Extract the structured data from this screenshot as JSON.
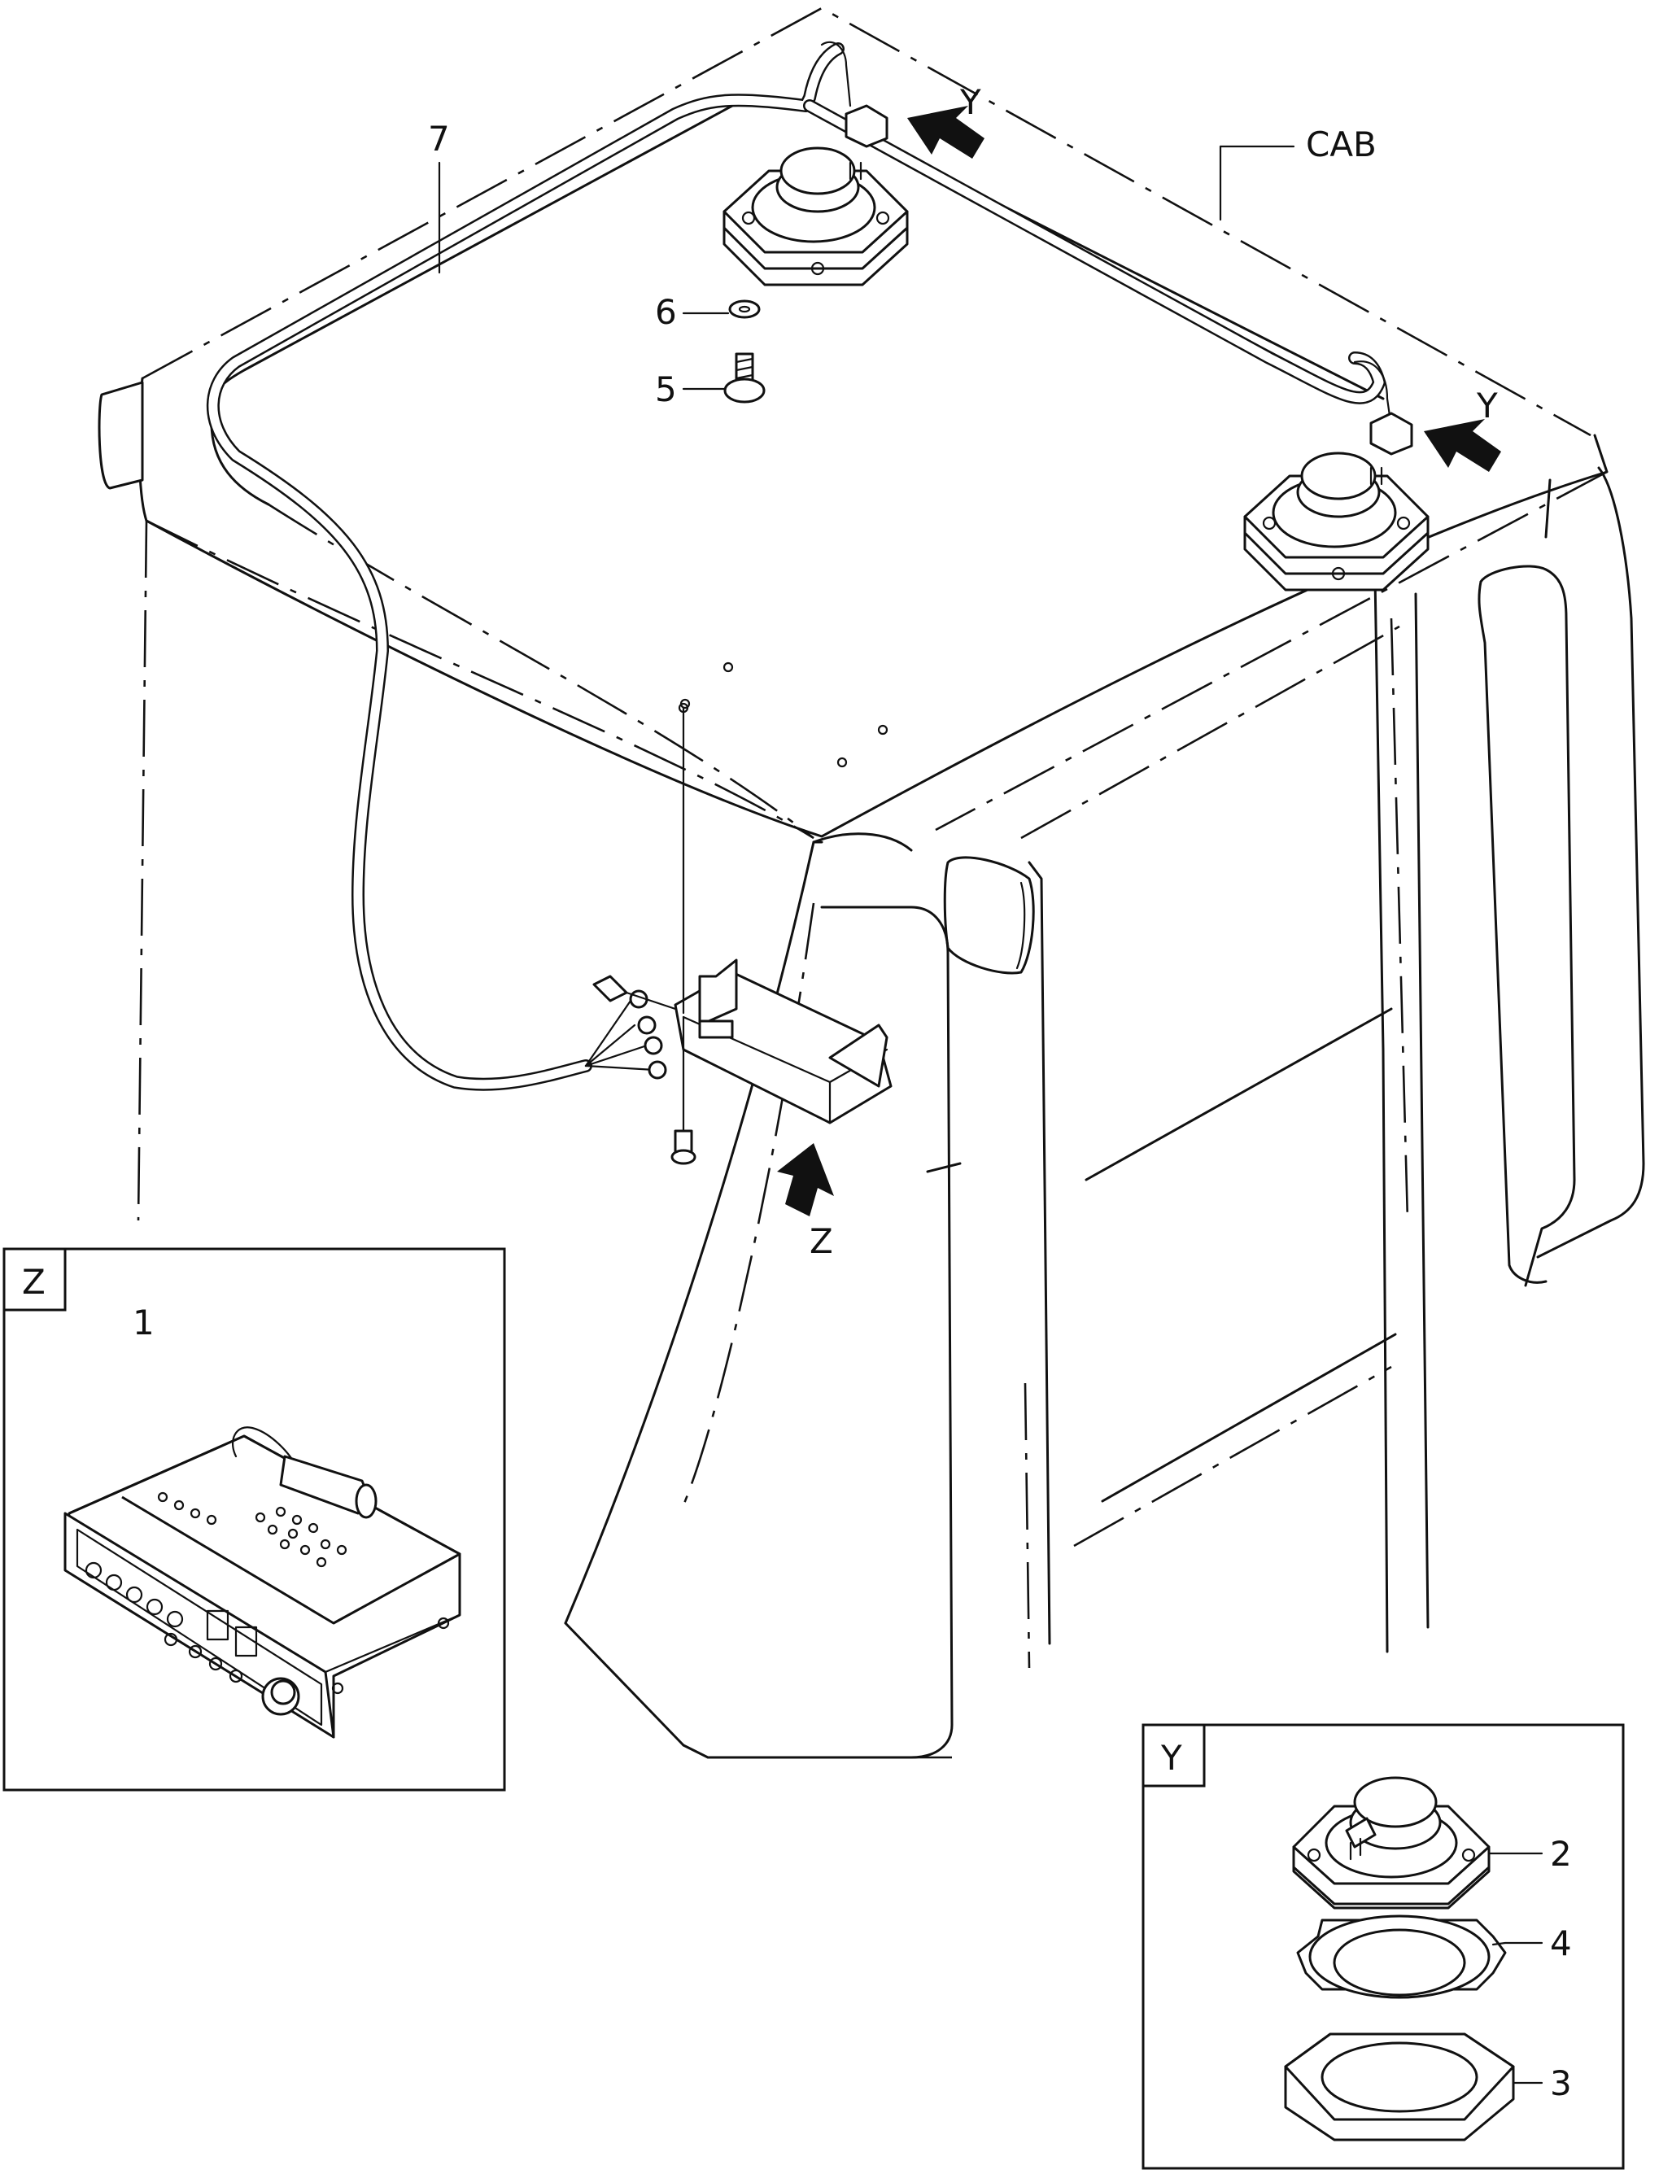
{
  "labels": {
    "cab": "CAB",
    "item7": "7",
    "item6": "6",
    "item5": "5",
    "item1": "1",
    "item2": "2",
    "item3": "3",
    "item4": "4",
    "view_y": "Y",
    "view_z": "Z"
  },
  "icons": [
    "speaker-icon",
    "radio-icon",
    "view-arrow-icon"
  ]
}
